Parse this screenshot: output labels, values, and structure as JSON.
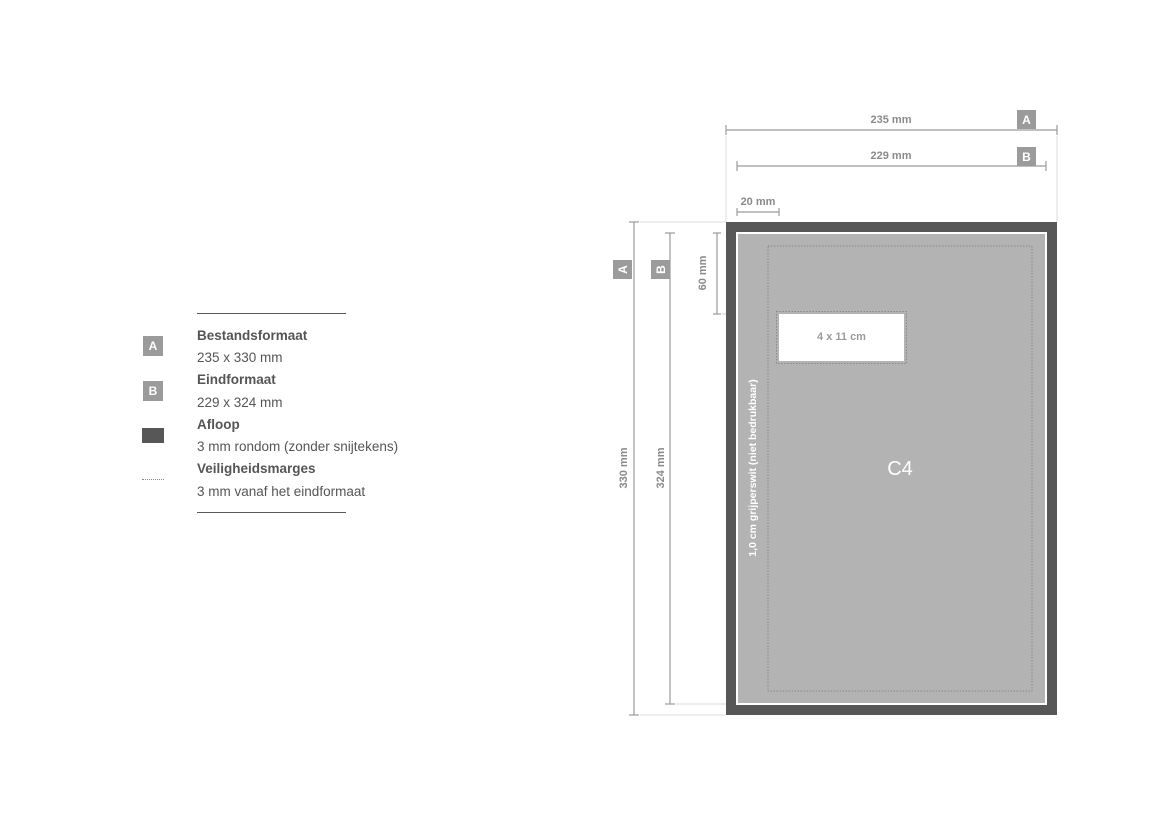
{
  "legend": {
    "items": [
      {
        "badge": "A",
        "title": "Bestandsformaat",
        "value": "235 x 330 mm"
      },
      {
        "badge": "B",
        "title": "Eindformaat",
        "value": "229 x 324 mm"
      },
      {
        "icon": "bleed-swatch-icon",
        "title": "Afloop",
        "value": "3 mm rondom (zonder snijtekens)"
      },
      {
        "icon": "dotted-line-icon",
        "title": "Veiligheidsmarges",
        "value": "3 mm vanaf het eindformaat"
      }
    ]
  },
  "diagram": {
    "width_a": "235 mm",
    "width_b": "229 mm",
    "height_a": "330 mm",
    "height_b": "324 mm",
    "gripper_width": "20 mm",
    "top_offset": "60 mm",
    "window_label": "4 x 11 cm",
    "format_label": "C4",
    "gripper_text": "1,0 cm grijperswit (niet bedrukbaar)",
    "badge_a": "A",
    "badge_b": "B"
  },
  "colors": {
    "bleed": "#575757",
    "sheet": "#b3b3b3",
    "dimension_line": "#9b9b9b",
    "badge": "#9b9b9b",
    "text": "#555555"
  }
}
